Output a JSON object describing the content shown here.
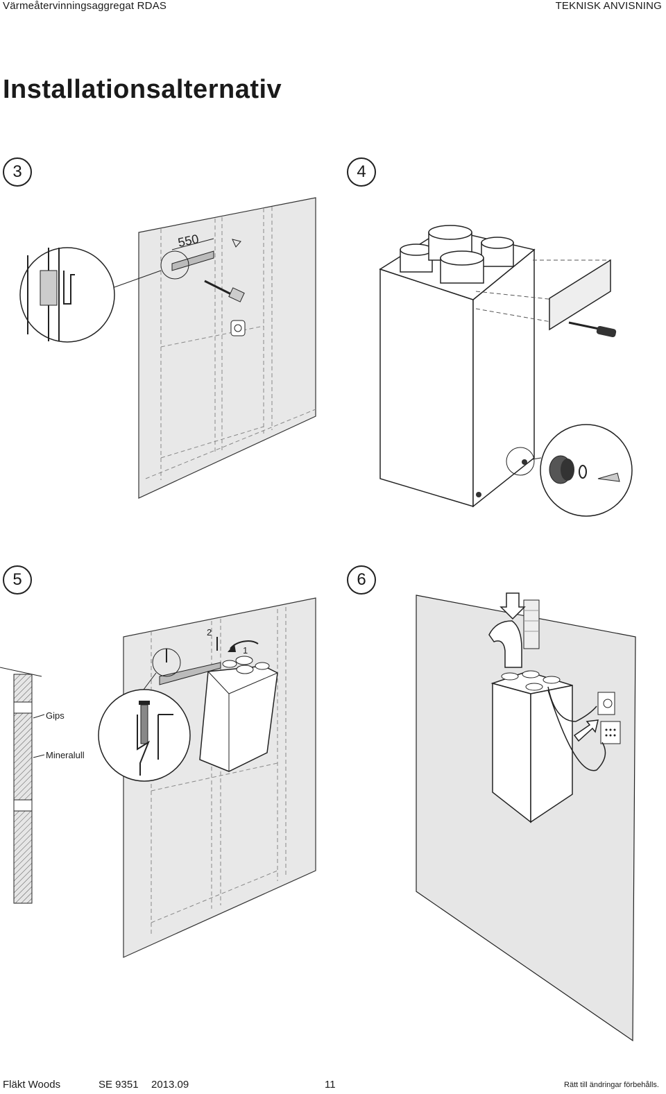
{
  "header": {
    "left": "Värmeåtervinningsaggregat RDAS",
    "right": "TEKNISK ANVISNING"
  },
  "title": "Installationsalternativ",
  "steps": {
    "s3": "3",
    "s4": "4",
    "s5": "5",
    "s6": "6"
  },
  "figure3": {
    "dimension": "550"
  },
  "figure5": {
    "num1": "1",
    "num2": "2",
    "label_gips": "Gips",
    "label_mineralull": "Mineralull"
  },
  "footer": {
    "brand": "Fläkt Woods",
    "code": "SE 9351",
    "date": "2013.09",
    "page": "11",
    "rights": "Rätt till ändringar förbehålls."
  }
}
